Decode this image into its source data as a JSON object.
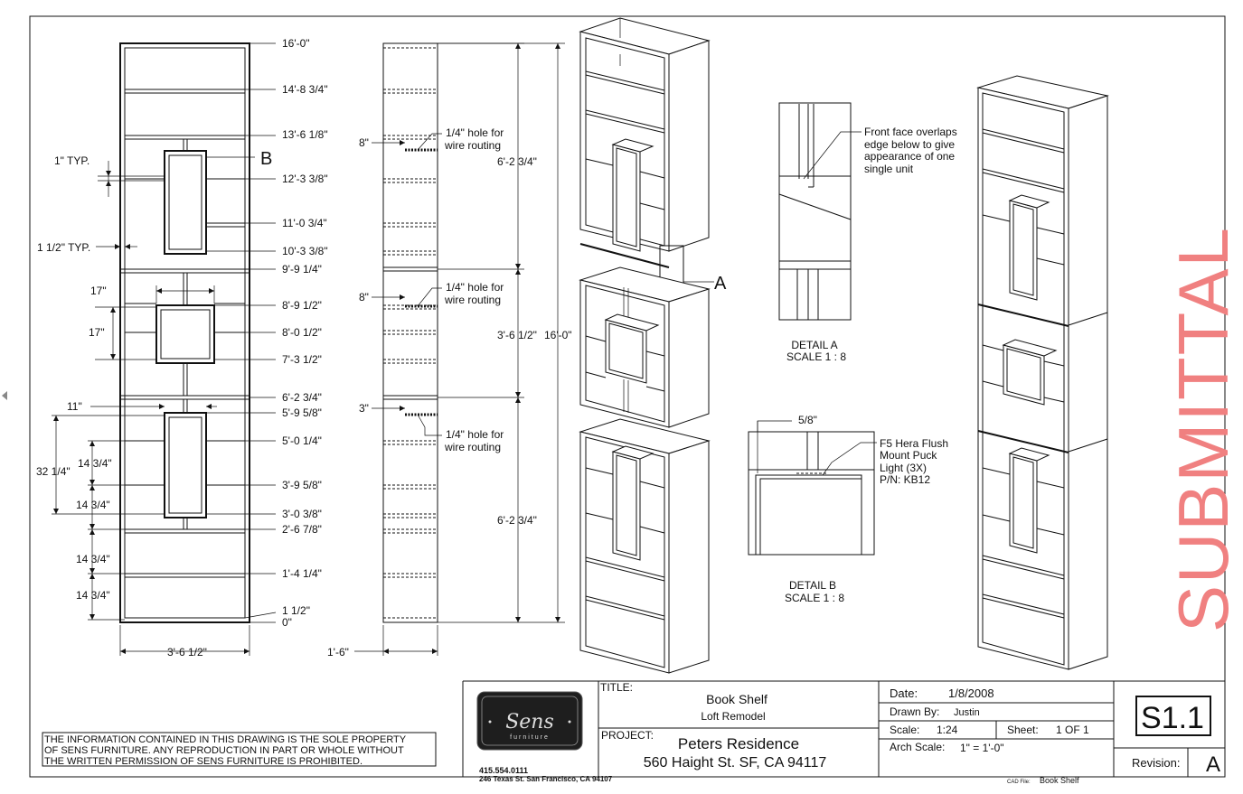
{
  "elevation": {
    "levels": [
      "16'-0\"",
      "14'-8 3/4\"",
      "13'-6 1/8\"",
      "12'-3 3/8\"",
      "11'-0 3/4\"",
      "10'-3 3/8\"",
      "9'-9 1/4\"",
      "8'-9 1/2\"",
      "8'-0 1/2\"",
      "7'-3 1/2\"",
      "6'-2 3/4\"",
      "5'-9 5/8\"",
      "5'-0 1/4\"",
      "3'-9 5/8\"",
      "3'-0 3/8\"",
      "2'-6 7/8\"",
      "1'-4 1/4\"",
      "1 1/2\"",
      "0\""
    ],
    "typ_1": "1\" TYP.",
    "typ_1_5": "1 1/2\" TYP.",
    "callout_b": "B",
    "dim_17a": "17\"",
    "dim_17b": "17\"",
    "dim_11": "11\"",
    "dim_32": "32 1/4\"",
    "dim_1434": [
      "14 3/4\"",
      "14 3/4\"",
      "14 3/4\"",
      "14 3/4\""
    ],
    "width": "3'-6 1/2\""
  },
  "side": {
    "hole_note_1": "1/4\" hole for",
    "hole_note_2": "wire routing",
    "dim_8a": "8\"",
    "dim_8b": "8\"",
    "dim_3": "3\"",
    "sec_top": "6'-2 3/4\"",
    "sec_mid": "3'-6 1/2\"",
    "sec_bot": "6'-2 3/4\"",
    "overall": "16'-0\"",
    "depth": "1'-6\""
  },
  "callout_a": "A",
  "detail_a": {
    "note": [
      "Front face overlaps",
      "edge below to give",
      "appearance of one",
      "single unit"
    ],
    "title": "DETAIL A",
    "scale": "SCALE 1 : 8"
  },
  "detail_b": {
    "dim": "5/8\"",
    "note": [
      "F5 Hera  Flush",
      "Mount Puck",
      "Light (3X)",
      "P/N:  KB12"
    ],
    "title": "DETAIL B",
    "scale": "SCALE 1 : 8"
  },
  "stamp": "SUBMITTAL",
  "notice": [
    "THE  INFORMATION  CONTAINED  IN THIS DRAWING  IS THE  SOLE  PROPERTY",
    "OF SENS FURNITURE. ANY REPRODUCTION IN PART OR WHOLE WITHOUT",
    "THE WRITTEN PERMISSION OF SENS FURNITURE IS PROHIBITED."
  ],
  "titleblock": {
    "logo": "Sens",
    "logo_sub": "furniture",
    "phone": "415.554.0111",
    "address": "246 Texas St. San Francisco, CA 94107",
    "title_label": "TITLE:",
    "title": "Book Shelf",
    "subtitle": "Loft Remodel",
    "project_label": "PROJECT:",
    "project": "Peters Residence",
    "project_address": "560 Haight St. SF, CA  94117",
    "date_label": "Date:",
    "date": "1/8/2008",
    "drawn_label": "Drawn By:",
    "drawn": "Justin",
    "scale_label": "Scale:",
    "scale": "1:24",
    "sheet_label": "Sheet:",
    "sheet": "1 OF 1",
    "arch_label": "Arch Scale:",
    "arch": "1\" = 1'-0\"",
    "sheet_no": "S1.1",
    "revision_label": "Revision:",
    "revision": "A",
    "cad_label": "CAD File:",
    "cad": "Book Shelf"
  }
}
